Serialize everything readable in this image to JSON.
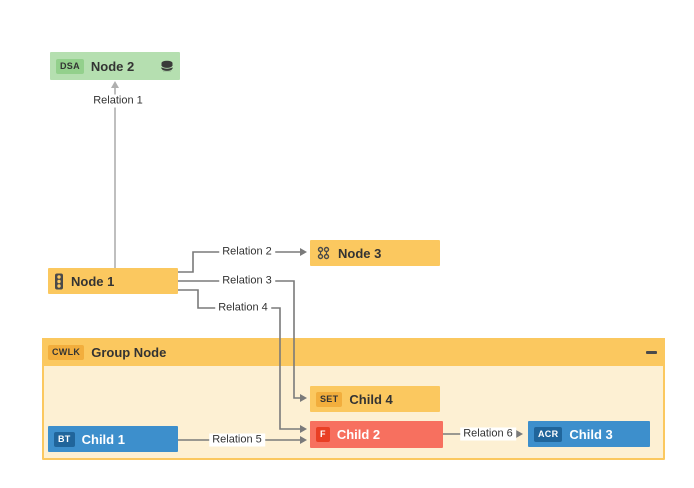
{
  "diagram": {
    "background": "#FFFFFF",
    "nodes": {
      "node2": {
        "badge": "DSA",
        "label": "Node 2",
        "icon": "layers-icon",
        "fill": "#B5DFB0",
        "badge_fill": "#93D08C",
        "text_color": "#333333"
      },
      "node1": {
        "label": "Node 1",
        "icon": "traffic-light-icon",
        "fill": "#FBC85F",
        "text_color": "#333333"
      },
      "node3": {
        "label": "Node 3",
        "icon": "network-icon",
        "fill": "#FBC85F",
        "text_color": "#333333"
      },
      "group": {
        "badge": "CWLK",
        "label": "Group Node",
        "collapse_icon": "minus-icon",
        "header_fill": "#FBC85F",
        "body_fill": "#FDF0D3",
        "badge_fill": "#F2AE3D",
        "text_color": "#333333"
      },
      "child4": {
        "badge": "SET",
        "label": "Child 4",
        "fill": "#FBC85F",
        "badge_fill": "#F2AE3D",
        "text_color": "#333333"
      },
      "child1": {
        "badge": "BT",
        "label": "Child 1",
        "fill": "#3D8FCC",
        "badge_fill": "#20659B",
        "text_color": "#FFFFFF"
      },
      "child2": {
        "badge": "F",
        "label": "Child 2",
        "fill": "#F7705F",
        "badge_fill": "#E93F25",
        "text_color": "#FFFFFF"
      },
      "child3": {
        "badge": "ACR",
        "label": "Child 3",
        "fill": "#3D8FCC",
        "badge_fill": "#20659B",
        "text_color": "#FFFFFF"
      }
    },
    "edges": [
      {
        "label": "Relation 1",
        "from": "Node 1",
        "to": "Node 2"
      },
      {
        "label": "Relation 2",
        "from": "Node 1",
        "to": "Node 3"
      },
      {
        "label": "Relation 3",
        "from": "Node 1",
        "to": "Child 4"
      },
      {
        "label": "Relation 4",
        "from": "Node 1",
        "to": "Child 2"
      },
      {
        "label": "Relation 5",
        "from": "Child 1",
        "to": "Child 2"
      },
      {
        "label": "Relation 6",
        "from": "Child 2",
        "to": "Child 3"
      }
    ],
    "colors": {
      "edge": "#7A7A7A",
      "edge_light": "#AFAFAF",
      "text_dark": "#333333",
      "text_light": "#FFFFFF"
    }
  }
}
